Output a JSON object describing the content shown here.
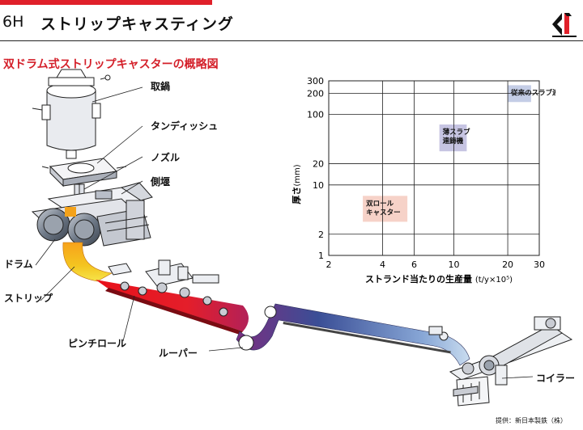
{
  "header": {
    "code": "6H",
    "title": "ストリップキャスティング"
  },
  "subtitle": "双ドラム式ストリップキャスターの概略図",
  "labels": {
    "ladle": "取鍋",
    "tundish": "タンディッシュ",
    "nozzle": "ノズル",
    "side_dam": "側堰",
    "drum": "ドラム",
    "strip": "ストリップ",
    "pinch_roll": "ピンチロール",
    "looper": "ルーパー",
    "coiler": "コイラー"
  },
  "credit": "提供：新日本製鉄（株）",
  "colors": {
    "accent": "#e0202a",
    "subtitle": "#d4202a"
  },
  "chart_data": {
    "type": "scatter",
    "xlabel": "ストランド当たりの生産量",
    "xunit": "(t/y×10⁵)",
    "ylabel": "厚さ",
    "yunit": "(mm)",
    "x_scale": "log",
    "y_scale": "log",
    "xlim": [
      2,
      30
    ],
    "ylim": [
      1,
      300
    ],
    "x_ticks": [
      2,
      4,
      6,
      10,
      20,
      30
    ],
    "y_ticks": [
      1,
      2,
      10,
      20,
      100,
      200,
      300
    ],
    "grid": true,
    "regions": [
      {
        "name": "従来のスラブ連鋳機",
        "x": [
          20,
          27
        ],
        "y": [
          150,
          260
        ],
        "color": "#c4cde6"
      },
      {
        "name": "薄スラブ\n連鋳機",
        "x": [
          8.3,
          11.8
        ],
        "y": [
          30,
          72
        ],
        "color": "#c6c4e2"
      },
      {
        "name": "双ロール\nキャスター",
        "x": [
          3.1,
          5.5
        ],
        "y": [
          3,
          7
        ],
        "color": "#f6d2c8"
      }
    ]
  }
}
